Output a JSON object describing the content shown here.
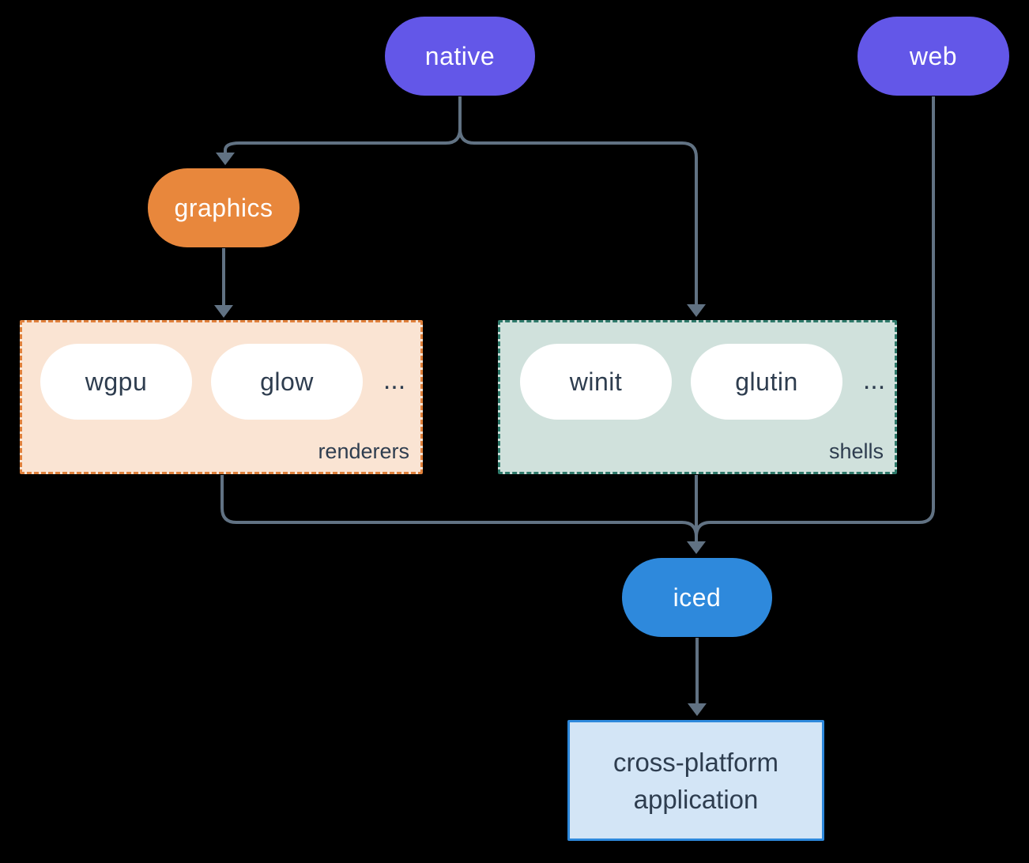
{
  "diagram": {
    "background_color": "#000000",
    "connector_color": "#617283",
    "nodes": {
      "native": {
        "label": "native",
        "color": "#6357E8",
        "text_color": "#FFFFFF"
      },
      "web": {
        "label": "web",
        "color": "#6357E8",
        "text_color": "#FFFFFF"
      },
      "graphics": {
        "label": "graphics",
        "color": "#E8873C",
        "text_color": "#FFFFFF"
      },
      "iced": {
        "label": "iced",
        "color": "#2E89DC",
        "text_color": "#FFFFFF"
      },
      "application": {
        "label": "cross-platform application",
        "bg_color": "#D3E5F6",
        "border_color": "#2E89DC",
        "text_color": "#2E3D4F"
      }
    },
    "groups": {
      "renderers": {
        "label": "renderers",
        "items": [
          "wgpu",
          "glow"
        ],
        "ellipsis": "...",
        "bg_color": "#FAE4D3",
        "border_color": "#E0813C",
        "item_text_color": "#2E3D4F"
      },
      "shells": {
        "label": "shells",
        "items": [
          "winit",
          "glutin"
        ],
        "ellipsis": "...",
        "bg_color": "#D0E1DC",
        "border_color": "#2F7A6B",
        "item_text_color": "#2E3D4F"
      }
    },
    "edges": [
      "native -> graphics",
      "native -> shells",
      "graphics -> renderers",
      "renderers -> iced",
      "shells -> iced",
      "web -> iced",
      "iced -> application"
    ]
  }
}
